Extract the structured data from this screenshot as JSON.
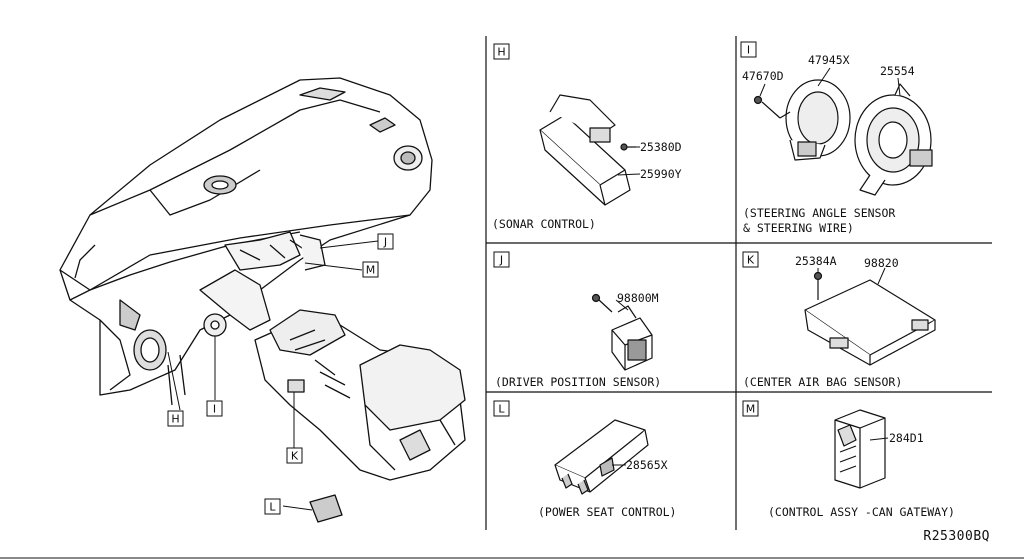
{
  "diagram_code": "R25300BQ",
  "overview": {
    "callouts": [
      "H",
      "I",
      "J",
      "K",
      "L",
      "M"
    ]
  },
  "panels": [
    {
      "letter": "H",
      "parts": [
        "25380D",
        "25990Y"
      ],
      "caption": "(SONAR CONTROL)"
    },
    {
      "letter": "I",
      "parts": [
        "47670D",
        "47945X",
        "25554"
      ],
      "caption": "(STEERING ANGLE SENSOR",
      "caption2": "& STEERING WIRE)"
    },
    {
      "letter": "J",
      "parts": [
        "98800M"
      ],
      "caption": "(DRIVER POSITION SENSOR)"
    },
    {
      "letter": "K",
      "parts": [
        "25384A",
        "98820"
      ],
      "caption": "(CENTER AIR BAG SENSOR)"
    },
    {
      "letter": "L",
      "parts": [
        "28565X"
      ],
      "caption": "(POWER SEAT CONTROL)"
    },
    {
      "letter": "M",
      "parts": [
        "284D1"
      ],
      "caption": "(CONTROL ASSY -CAN GATEWAY)"
    }
  ]
}
